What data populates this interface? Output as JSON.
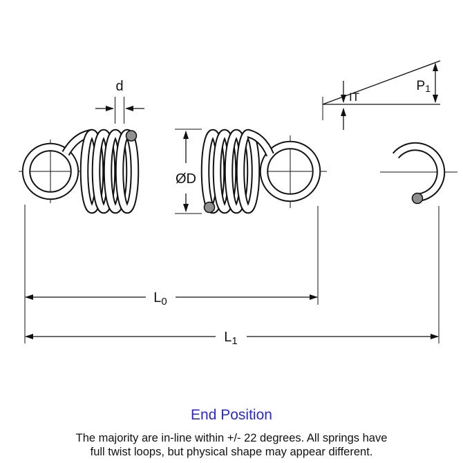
{
  "diagram": {
    "labels": {
      "d": "d",
      "od": "ØD",
      "l0_base": "L",
      "l0_sub": "0",
      "l1_base": "L",
      "l1_sub": "1",
      "p1_base": "P",
      "p1_sub": "1",
      "it": "IT"
    },
    "caption": "End Position",
    "notes": [
      "The majority are in-line within +/- 22 degrees. All springs have",
      "full twist loops, but physical shape may appear different."
    ],
    "colors": {
      "line": "#111111",
      "caption": "#2828cd",
      "note": "#111111"
    }
  }
}
